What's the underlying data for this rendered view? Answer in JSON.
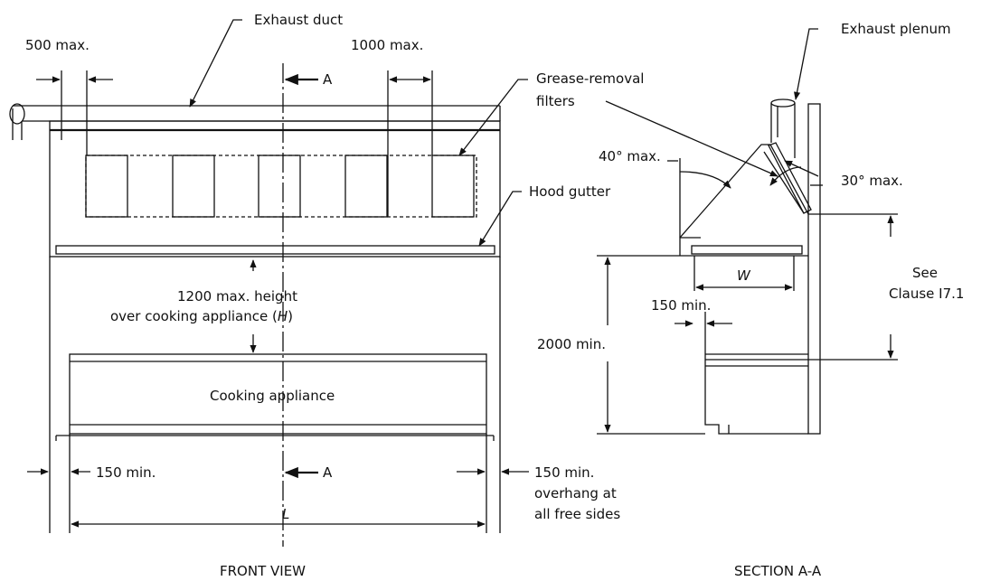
{
  "front_view": {
    "caption": "FRONT VIEW",
    "labels": {
      "exhaust_duct": "Exhaust duct",
      "max_500": "500 max.",
      "max_1000": "1000 max.",
      "section_a": "A",
      "grease_filters_line1": "Grease-removal",
      "grease_filters_line2": "filters",
      "hood_gutter": "Hood gutter",
      "height_line1": "1200 max. height",
      "height_line2": "over cooking appliance (",
      "height_symbol": "H",
      "height_close": ")",
      "cooking_appliance": "Cooking appliance",
      "min_150_left": "150 min.",
      "min_150_right": "150 min.",
      "overhang_line1": "overhang at",
      "overhang_line2": "all free sides",
      "length_symbol": "L"
    }
  },
  "section_view": {
    "caption": "SECTION A-A",
    "labels": {
      "exhaust_plenum": "Exhaust plenum",
      "angle_40": "40° max.",
      "angle_30": "30° max.",
      "width_symbol": "W",
      "min_150": "150 min.",
      "min_2000": "2000 min.",
      "see_line1": "See",
      "see_line2": "Clause I7.1"
    }
  }
}
